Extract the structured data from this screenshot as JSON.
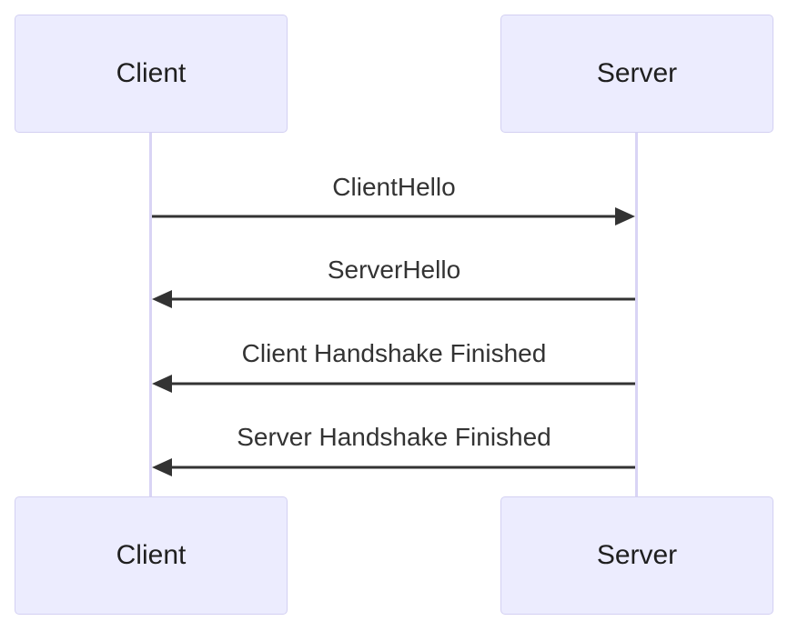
{
  "participants": {
    "client": "Client",
    "server": "Server"
  },
  "messages": [
    {
      "label": "ClientHello",
      "from": "Client",
      "to": "Server"
    },
    {
      "label": "ServerHello",
      "from": "Server",
      "to": "Client"
    },
    {
      "label": "Client Handshake Finished",
      "from": "Server",
      "to": "Client"
    },
    {
      "label": "Server Handshake Finished",
      "from": "Server",
      "to": "Client"
    }
  ],
  "colors": {
    "actor_fill": "#ececfe",
    "actor_border": "#d3d0f2",
    "lifeline": "#d9d4f5",
    "arrow": "#333333"
  }
}
